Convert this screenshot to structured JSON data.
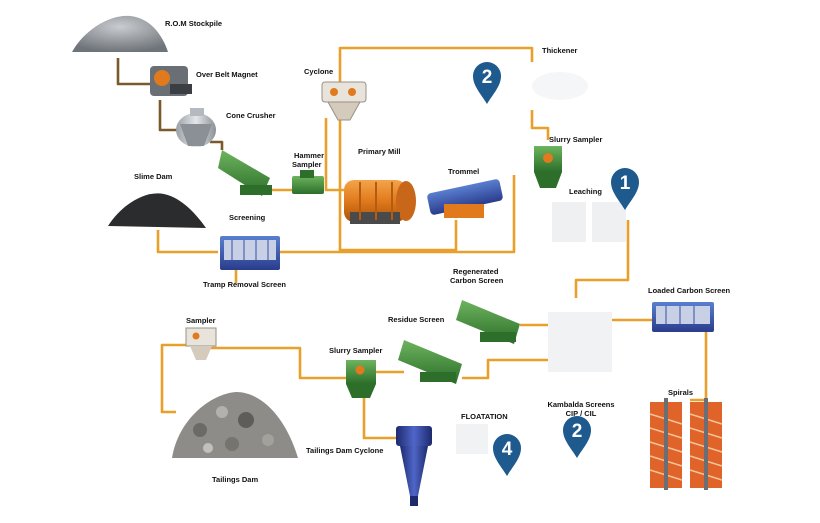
{
  "labels": {
    "rom_stockpile": "R.O.M Stockpile",
    "over_belt_magnet": "Over Belt Magnet",
    "cyclone": "Cyclone",
    "thickener": "Thickener",
    "cone_crusher": "Cone Crusher",
    "slurry_sampler_top": "Slurry Sampler",
    "hammer_sampler_line1": "Hammer",
    "hammer_sampler_line2": "Sampler",
    "primary_mill": "Primary Mill",
    "trommel": "Trommel",
    "slime_dam": "Slime Dam",
    "leaching": "Leaching",
    "screening": "Screening",
    "tramp_removal_screen": "Tramp Removal Screen",
    "regenerated_line1": "Regenerated",
    "regenerated_line2": "Carbon Screen",
    "loaded_carbon_screen": "Loaded Carbon Screen",
    "sampler": "Sampler",
    "residue_screen": "Residue Screen",
    "slurry_sampler_bottom": "Slurry Sampler",
    "kambalda_line1": "Kambalda Screens",
    "kambalda_line2": "CIP / CIL",
    "flotation": "FLOATATION",
    "spirals": "Spirals",
    "tailings_dam_cyclone": "Tailings Dam Cyclone",
    "tailings_dam": "Tailings Dam"
  },
  "markers": {
    "pin_top": "2",
    "pin_leaching": "1",
    "pin_kambalda": "2",
    "pin_flotation": "4"
  },
  "colors": {
    "pipe": "#e8a02b",
    "pipe_dark": "#7a5a2a",
    "pin_blue": "#1e5a8e",
    "equipment_green": "#3f8f3a",
    "mill_orange": "#e07a1c",
    "screen_blue": "#3a4fa8",
    "spiral_orange": "#e0632a"
  }
}
